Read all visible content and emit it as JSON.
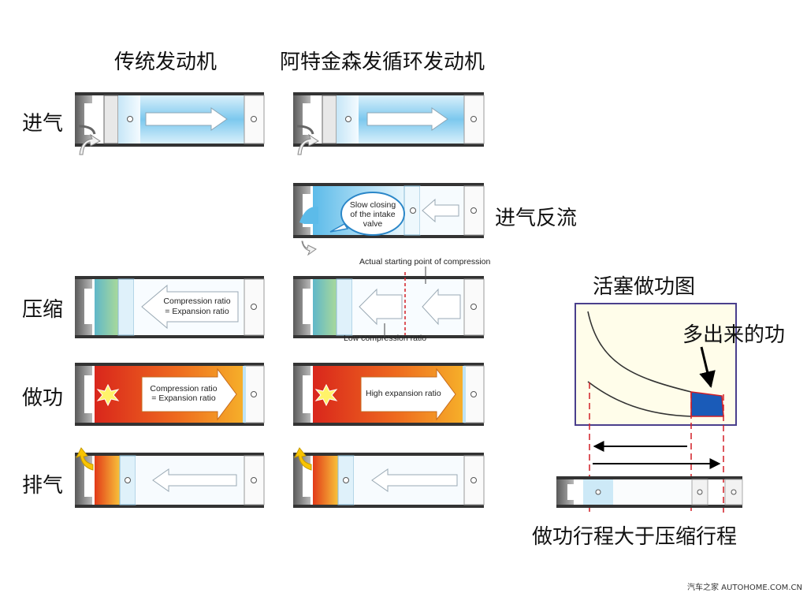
{
  "titles": {
    "conventional": "传统发动机",
    "atkinson": "阿特金森发循环发动机"
  },
  "strokes": {
    "intake": "进气",
    "compression": "压缩",
    "power": "做功",
    "exhaust": "排气",
    "intake_backflow": "进气反流"
  },
  "annotations": {
    "slow_closing": "Slow closing of the intake valve",
    "actual_start": "Actual starting point of compression",
    "low_compression": "Low compression ratio",
    "ratio_equal_line1": "Compression ratio",
    "ratio_equal_line2": "= Expansion ratio",
    "high_expansion": "High expansion ratio"
  },
  "pv_diagram": {
    "title": "活塞做功图",
    "extra_work": "多出来的功",
    "caption": "做功行程大于压缩行程"
  },
  "watermark": "汽车之家 AUTOHOME.COM.CN",
  "colors": {
    "intake_fill": "#7cc8ee",
    "compressed_fill": "#8ec9a8",
    "combustion_red": "#d9261c",
    "combustion_orange": "#f39a1e",
    "extra_work_blue": "#1a5bb8",
    "dashed_red": "#d21f26",
    "frame_purple": "#4a3f8c"
  }
}
